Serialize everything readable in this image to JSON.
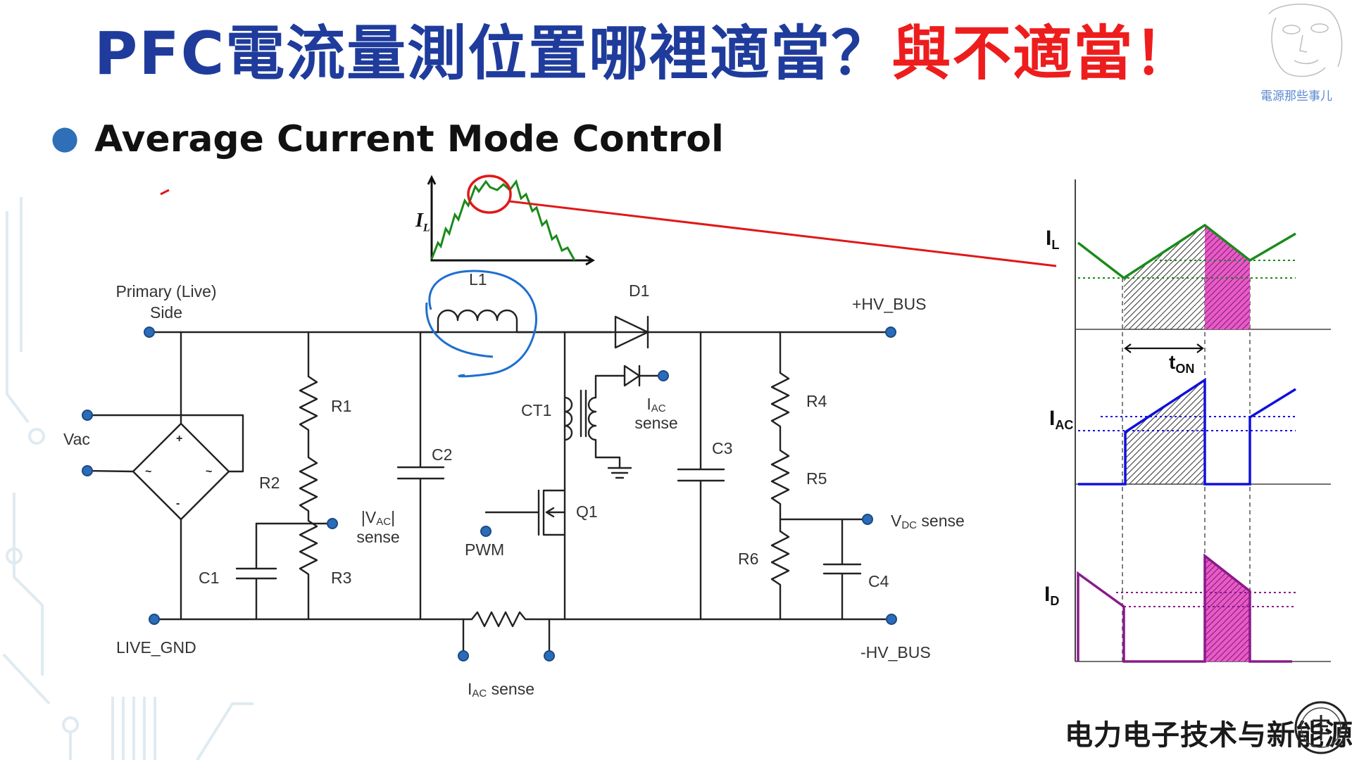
{
  "title": {
    "part1": "PFC電流量測位置哪裡適當？",
    "part2": "與不適當！"
  },
  "bullet": "Average Current Mode Control",
  "logo_text": "電源那些事儿",
  "watermark": "电力电子技术与新能源",
  "schematic": {
    "labels": {
      "primary": "Primary (Live)",
      "side": "Side",
      "vac": "Vac",
      "live_gnd": "LIVE_GND",
      "r1": "R1",
      "r2": "R2",
      "r3": "R3",
      "c1": "C1",
      "c2": "C2",
      "c3": "C3",
      "c4": "C4",
      "vac_sense_main": "|V",
      "vac_sense_sub": "AC",
      "vac_sense_end": "|",
      "sense": "sense",
      "l1": "L1",
      "d1": "D1",
      "ct1": "CT1",
      "iac_sense_main": "I",
      "iac_sense_sub": "AC",
      "pwm": "PWM",
      "q1": "Q1",
      "hv_bus_pos": "+HV_BUS",
      "hv_bus_neg": "-HV_BUS",
      "r4": "R4",
      "r5": "R5",
      "r6": "R6",
      "vdc_main": "V",
      "vdc_sub": "DC",
      "vdc_end": " sense",
      "iac_bottom_main": "I",
      "iac_bottom_sub": "AC",
      "iac_bottom_end": " sense"
    },
    "mini_axis": {
      "label": "I",
      "sub": "L"
    }
  },
  "waveforms": {
    "il": {
      "main": "I",
      "sub": "L"
    },
    "iac": {
      "main": "I",
      "sub": "AC"
    },
    "id": {
      "main": "I",
      "sub": "D"
    },
    "ton": {
      "main": "t",
      "sub": "ON"
    }
  },
  "colors": {
    "title_blue": "#1f3c9c",
    "title_red": "#ee1d1d",
    "il_wave": "#1a8a1a",
    "iac_wave": "#1010dd",
    "id_wave": "#8a1a8a",
    "highlight_red": "#e01818",
    "sketch_blue": "#1e6fd0"
  }
}
